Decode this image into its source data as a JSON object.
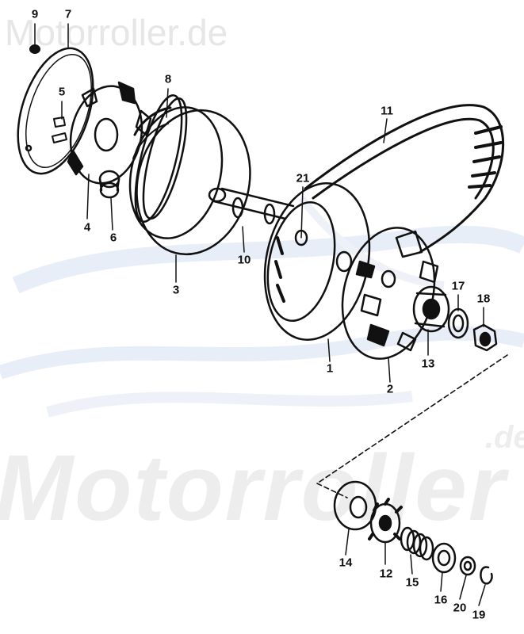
{
  "watermark": {
    "top_text": "Motorroller.de",
    "big_text": "Motorroller",
    "big_suffix": ".de"
  },
  "colors": {
    "ink": "#111111",
    "watermark": "#e6e6e6",
    "swoosh": "#e8eef7"
  },
  "parts": [
    {
      "id": "9",
      "label": "9"
    },
    {
      "id": "7",
      "label": "7"
    },
    {
      "id": "8",
      "label": "8"
    },
    {
      "id": "5",
      "label": "5"
    },
    {
      "id": "11",
      "label": "11"
    },
    {
      "id": "21",
      "label": "21"
    },
    {
      "id": "4",
      "label": "4"
    },
    {
      "id": "6",
      "label": "6"
    },
    {
      "id": "10",
      "label": "10"
    },
    {
      "id": "3",
      "label": "3"
    },
    {
      "id": "17",
      "label": "17"
    },
    {
      "id": "18",
      "label": "18"
    },
    {
      "id": "1",
      "label": "1"
    },
    {
      "id": "13",
      "label": "13"
    },
    {
      "id": "2",
      "label": "2"
    },
    {
      "id": "14",
      "label": "14"
    },
    {
      "id": "12",
      "label": "12"
    },
    {
      "id": "15",
      "label": "15"
    },
    {
      "id": "16",
      "label": "16"
    },
    {
      "id": "20",
      "label": "20"
    },
    {
      "id": "19",
      "label": "19"
    }
  ]
}
